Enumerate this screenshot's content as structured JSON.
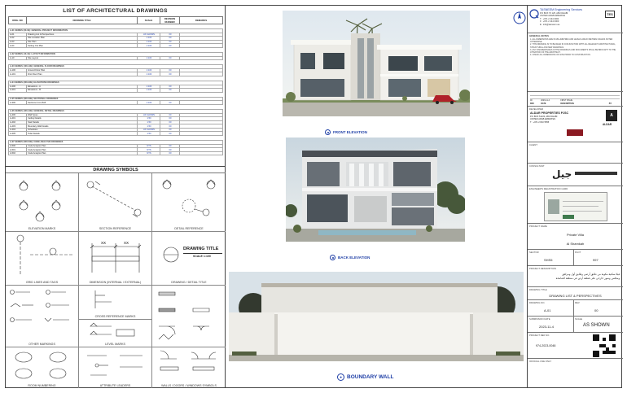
{
  "drawing_list": {
    "title": "LIST OF ARCHITECTURAL DRAWINGS",
    "headers": [
      "DWG. NO",
      "DRAWING TITLE",
      "SCALE",
      "REVISION NUMBER",
      "REMARKS"
    ],
    "groups": [
      {
        "name": "A-01 SERIES (00-09): GENERAL PROJECT INFORMATION",
        "rows": [
          [
            "A-01",
            "Drawing List & Perspectives",
            "AS SHOWN",
            "00"
          ],
          [
            "A-02",
            "Site Location Plan",
            "1:100",
            "00"
          ],
          [
            "A-03",
            "Site Plan",
            "1:100",
            "00"
          ],
          [
            "A-04",
            "Setting Out Plan",
            "1:100",
            "00"
          ]
        ]
      },
      {
        "name": "A-02 SERIES (10-19): LAYOUT INFORMATION",
        "rows": [
          [
            "A-10",
            "Site Layout",
            "1:100",
            "00"
          ]
        ]
      },
      {
        "name": "A-03 SERIES (100-199): GENERAL FLOOR DRAWINGS",
        "rows": [
          [
            "A-100",
            "Ground Floor Plan",
            "1:100",
            "00"
          ],
          [
            "A-101",
            "First Floor Plan",
            "1:100",
            "00"
          ]
        ]
      },
      {
        "name": "A-04 SERIES (200-299): ELEVATIONS DRAWINGS",
        "rows": [
          [
            "A-200",
            "Elevations - A",
            "1:100",
            "00"
          ],
          [
            "A-201",
            "Elevations - B",
            "1:100",
            "00"
          ]
        ]
      },
      {
        "name": "A-05 SERIES (300-399): SECTIONAL DRAWINGS",
        "rows": [
          [
            "A-300",
            "Sections A-A & B-B",
            "1:100",
            "00"
          ]
        ]
      },
      {
        "name": "A-06 SERIES (400-499): GENERAL DETAIL DRAWINGS",
        "rows": [
          [
            "A-400",
            "Wall Types",
            "AS SHOWN",
            "00"
          ],
          [
            "A-401",
            "Ceiling Details",
            "1:50",
            "00"
          ],
          [
            "A-402",
            "Stair Details",
            "1:50",
            "00"
          ],
          [
            "A-403",
            "Boundary Wall Details",
            "1:50",
            "00"
          ],
          [
            "A-404",
            "Schedules",
            "AS SHOWN",
            "00"
          ],
          [
            "A-405",
            "Toilet Details",
            "1:50",
            "00"
          ]
        ]
      },
      {
        "name": "A-07 SERIES (500-599): CODE ANALYSIS DRAWINGS",
        "rows": [
          [
            "A-500",
            "Code Analysis Plan",
            "NTS",
            "00"
          ],
          [
            "A-501",
            "Code Analysis Plan",
            "NTS",
            "00"
          ],
          [
            "A-502",
            "Code Analysis Plan",
            "NTS",
            "00"
          ]
        ]
      }
    ]
  },
  "symbols": {
    "title": "DRAWING SYMBOLS",
    "captions": {
      "elevation_marks": "ELEVATION MARKS",
      "section_reference": "SECTION REFERENCE",
      "detail_reference": "DETAIL REFERENCE",
      "grid_lines": "GRID LINES AND TAGS",
      "dimension": "DIMENSION (INTERNAL / EXTERNAL)",
      "drawing_title_cap": "DRAWING / DETAIL TITLE",
      "other_markings": "OTHER MARKINGS",
      "cross_reference": "CROSS REFERENCE MARKS",
      "level_marks": "LEVEL MARKS",
      "room_numbering": "ROOM NUMBERING",
      "attribute_leaders": "ATTRIBUTE LEADERS",
      "walls_doors": "WALLS / DOORS / WINDOWS SYMBOLS"
    },
    "drawing_title_big": "DRAWING TITLE",
    "scale_text": "SCALE 1:100",
    "dim_text": "XX"
  },
  "views": {
    "front": "FRONT ELEVATION",
    "back": "BACK ELEVATION",
    "boundary": "BOUNDARY WALL"
  },
  "title_block": {
    "consultant_name": "TASNEEM Engineering Services",
    "consultant_lines": [
      "P.O BOX 70 125, ABU DHABI",
      "UNITED ARAB EMIRATES",
      "T : +971 2 444 0000",
      "F : +971 2 444 0000",
      "E : info@tasneem.ae"
    ],
    "logo_text": "TES",
    "general_notes_title": "GENERAL NOTES",
    "notes": [
      "1. ALL DIMENSIONS ARE IN MILLIMETRES AND LEVELS ARE IN METRES UNLESS NOTED OTHERWISE.",
      "2. THIS DRAWING IS TO BE READ IN CONJUNCTION WITH ALL RELEVANT ARCHITECTURAL, STRUCTURAL AND MEP DRAWINGS.",
      "3. ANY DISCREPANCIES IN THE DRAWINGS AND DOCUMENTS SHALL BE BROUGHT TO THE ATTENTION OF THE ARCHITECT.",
      "4. CHECK ALL DIMENSIONS ON SITE PRIOR TO CONSTRUCTION."
    ],
    "rev_headers": [
      "REV",
      "DATE",
      "DESCRIPTION",
      "BY"
    ],
    "rev_row": [
      "00",
      "2023-11-4",
      "FIRST ISSUE",
      ""
    ],
    "developer_label": "DEVELOPER",
    "developer_name": "ALDAR PROPERTIES PJSC",
    "developer_lines": [
      "P.O BOX 51133, ABU DHABI",
      "UNITED ARAB EMIRATES",
      "T : +971 2 810 5555"
    ],
    "developer_logo": "ALDAR",
    "client_label": "CLIENT",
    "consultant_label": "CONSULTANT",
    "consultant_logo_arabic": "جيل",
    "engineer_label": "ENGINEER'S REGISTRATION CARD",
    "project_name_label": "PROJECT NAME",
    "project_name": "Private Villa",
    "location": "Al Shamkah",
    "sector_label": "SECTOR",
    "plot_label": "PLOT",
    "sector": "SHS5",
    "plot": "997",
    "project_desc_label": "PROJECT DESCRIPTION",
    "project_desc_lines": [
      "فيلا سكنية مكونة من طابق أرضي وطابق أول ومرافق",
      "ومجلس وسور خارجي على قطعة أرض في منطقة الشامخة"
    ],
    "drawing_title_label": "DRAWING TITLE",
    "drawing_title": "DRAWING LIST & PERSPECTIVES",
    "drawing_no_label": "DRAWING NO.",
    "drawing_no": "A-01",
    "rev_label": "REV",
    "rev": "00",
    "submission_label": "SUBMISSION DATE",
    "submission_date": "2023-11-4",
    "scale_label": "SCALE",
    "scale": "AS SHOWN",
    "project_ref_label": "PROJECT REF NO.",
    "project_ref": "974-2023-0048",
    "official_use_label": "OFFICIAL USE ONLY"
  }
}
